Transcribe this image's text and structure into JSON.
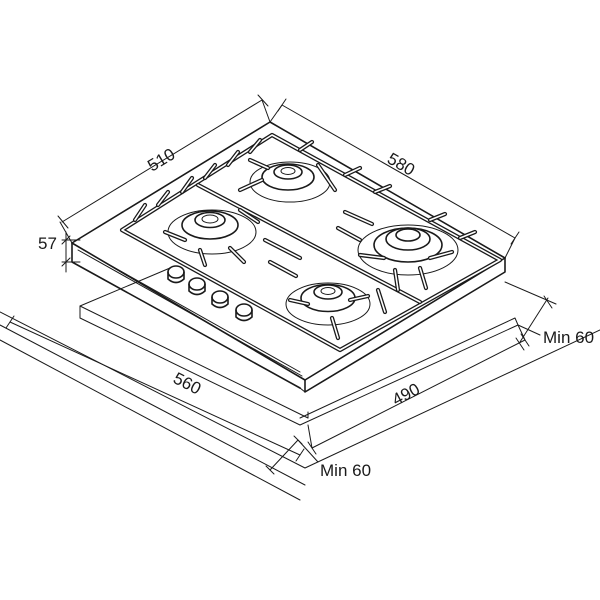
{
  "dimensions": {
    "depth_top": "510",
    "width_top": "580",
    "height": "57",
    "cutout_width": "560",
    "cutout_depth": "490",
    "clearance_side": "Min 60",
    "clearance_front": "Min 60"
  },
  "colors": {
    "line": "#1a1a1a",
    "background": "#ffffff"
  }
}
